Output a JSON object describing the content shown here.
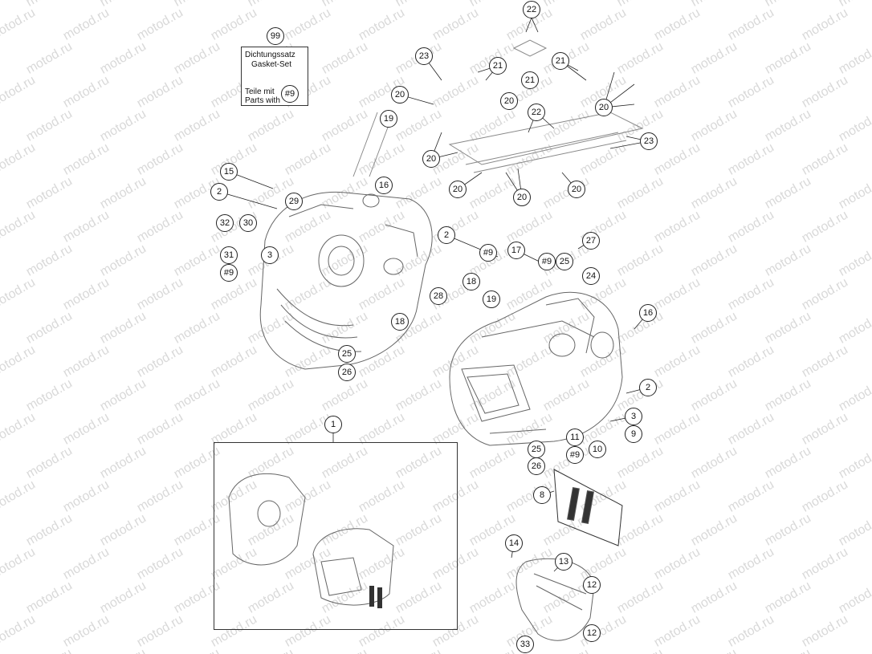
{
  "watermark": "motod.ru",
  "gasket_box": {
    "number": "99",
    "line1": "Dichtungssatz",
    "line2": "Gasket-Set",
    "line3": "Teile mit",
    "line4": "Parts with",
    "ref": "#9"
  },
  "callouts": [
    {
      "id": "c22top",
      "label": "22"
    },
    {
      "id": "c23a",
      "label": "23"
    },
    {
      "id": "c21a",
      "label": "21"
    },
    {
      "id": "c21b",
      "label": "21"
    },
    {
      "id": "c21c",
      "label": "21"
    },
    {
      "id": "c20a",
      "label": "20"
    },
    {
      "id": "c20b",
      "label": "20"
    },
    {
      "id": "c20c",
      "label": "20"
    },
    {
      "id": "c22b",
      "label": "22"
    },
    {
      "id": "c19a",
      "label": "19"
    },
    {
      "id": "c23b",
      "label": "23"
    },
    {
      "id": "c20d",
      "label": "20"
    },
    {
      "id": "c20e",
      "label": "20"
    },
    {
      "id": "c20f",
      "label": "20"
    },
    {
      "id": "c20g",
      "label": "20"
    },
    {
      "id": "c15",
      "label": "15"
    },
    {
      "id": "c16a",
      "label": "16"
    },
    {
      "id": "c2a",
      "label": "2"
    },
    {
      "id": "c29",
      "label": "29"
    },
    {
      "id": "c32",
      "label": "32"
    },
    {
      "id": "c30",
      "label": "30"
    },
    {
      "id": "c3a",
      "label": "3"
    },
    {
      "id": "c31",
      "label": "31"
    },
    {
      "id": "c9a",
      "label": "#9"
    },
    {
      "id": "c2b",
      "label": "2"
    },
    {
      "id": "c9b",
      "label": "#9"
    },
    {
      "id": "c17",
      "label": "17"
    },
    {
      "id": "c9c",
      "label": "#9"
    },
    {
      "id": "c25a",
      "label": "25"
    },
    {
      "id": "c27",
      "label": "27"
    },
    {
      "id": "c24",
      "label": "24"
    },
    {
      "id": "c18a",
      "label": "18"
    },
    {
      "id": "c28",
      "label": "28"
    },
    {
      "id": "c19b",
      "label": "19"
    },
    {
      "id": "c18b",
      "label": "18"
    },
    {
      "id": "c16b",
      "label": "16"
    },
    {
      "id": "c25b",
      "label": "25"
    },
    {
      "id": "c26a",
      "label": "26"
    },
    {
      "id": "c2c",
      "label": "2"
    },
    {
      "id": "c3b",
      "label": "3"
    },
    {
      "id": "c9d",
      "label": "9"
    },
    {
      "id": "c10",
      "label": "10"
    },
    {
      "id": "c11",
      "label": "11"
    },
    {
      "id": "c9e",
      "label": "#9"
    },
    {
      "id": "c1",
      "label": "1"
    },
    {
      "id": "c25c",
      "label": "25"
    },
    {
      "id": "c26b",
      "label": "26"
    },
    {
      "id": "c8",
      "label": "8"
    },
    {
      "id": "c14",
      "label": "14"
    },
    {
      "id": "c13",
      "label": "13"
    },
    {
      "id": "c12a",
      "label": "12"
    },
    {
      "id": "c12b",
      "label": "12"
    },
    {
      "id": "c33",
      "label": "33"
    }
  ]
}
